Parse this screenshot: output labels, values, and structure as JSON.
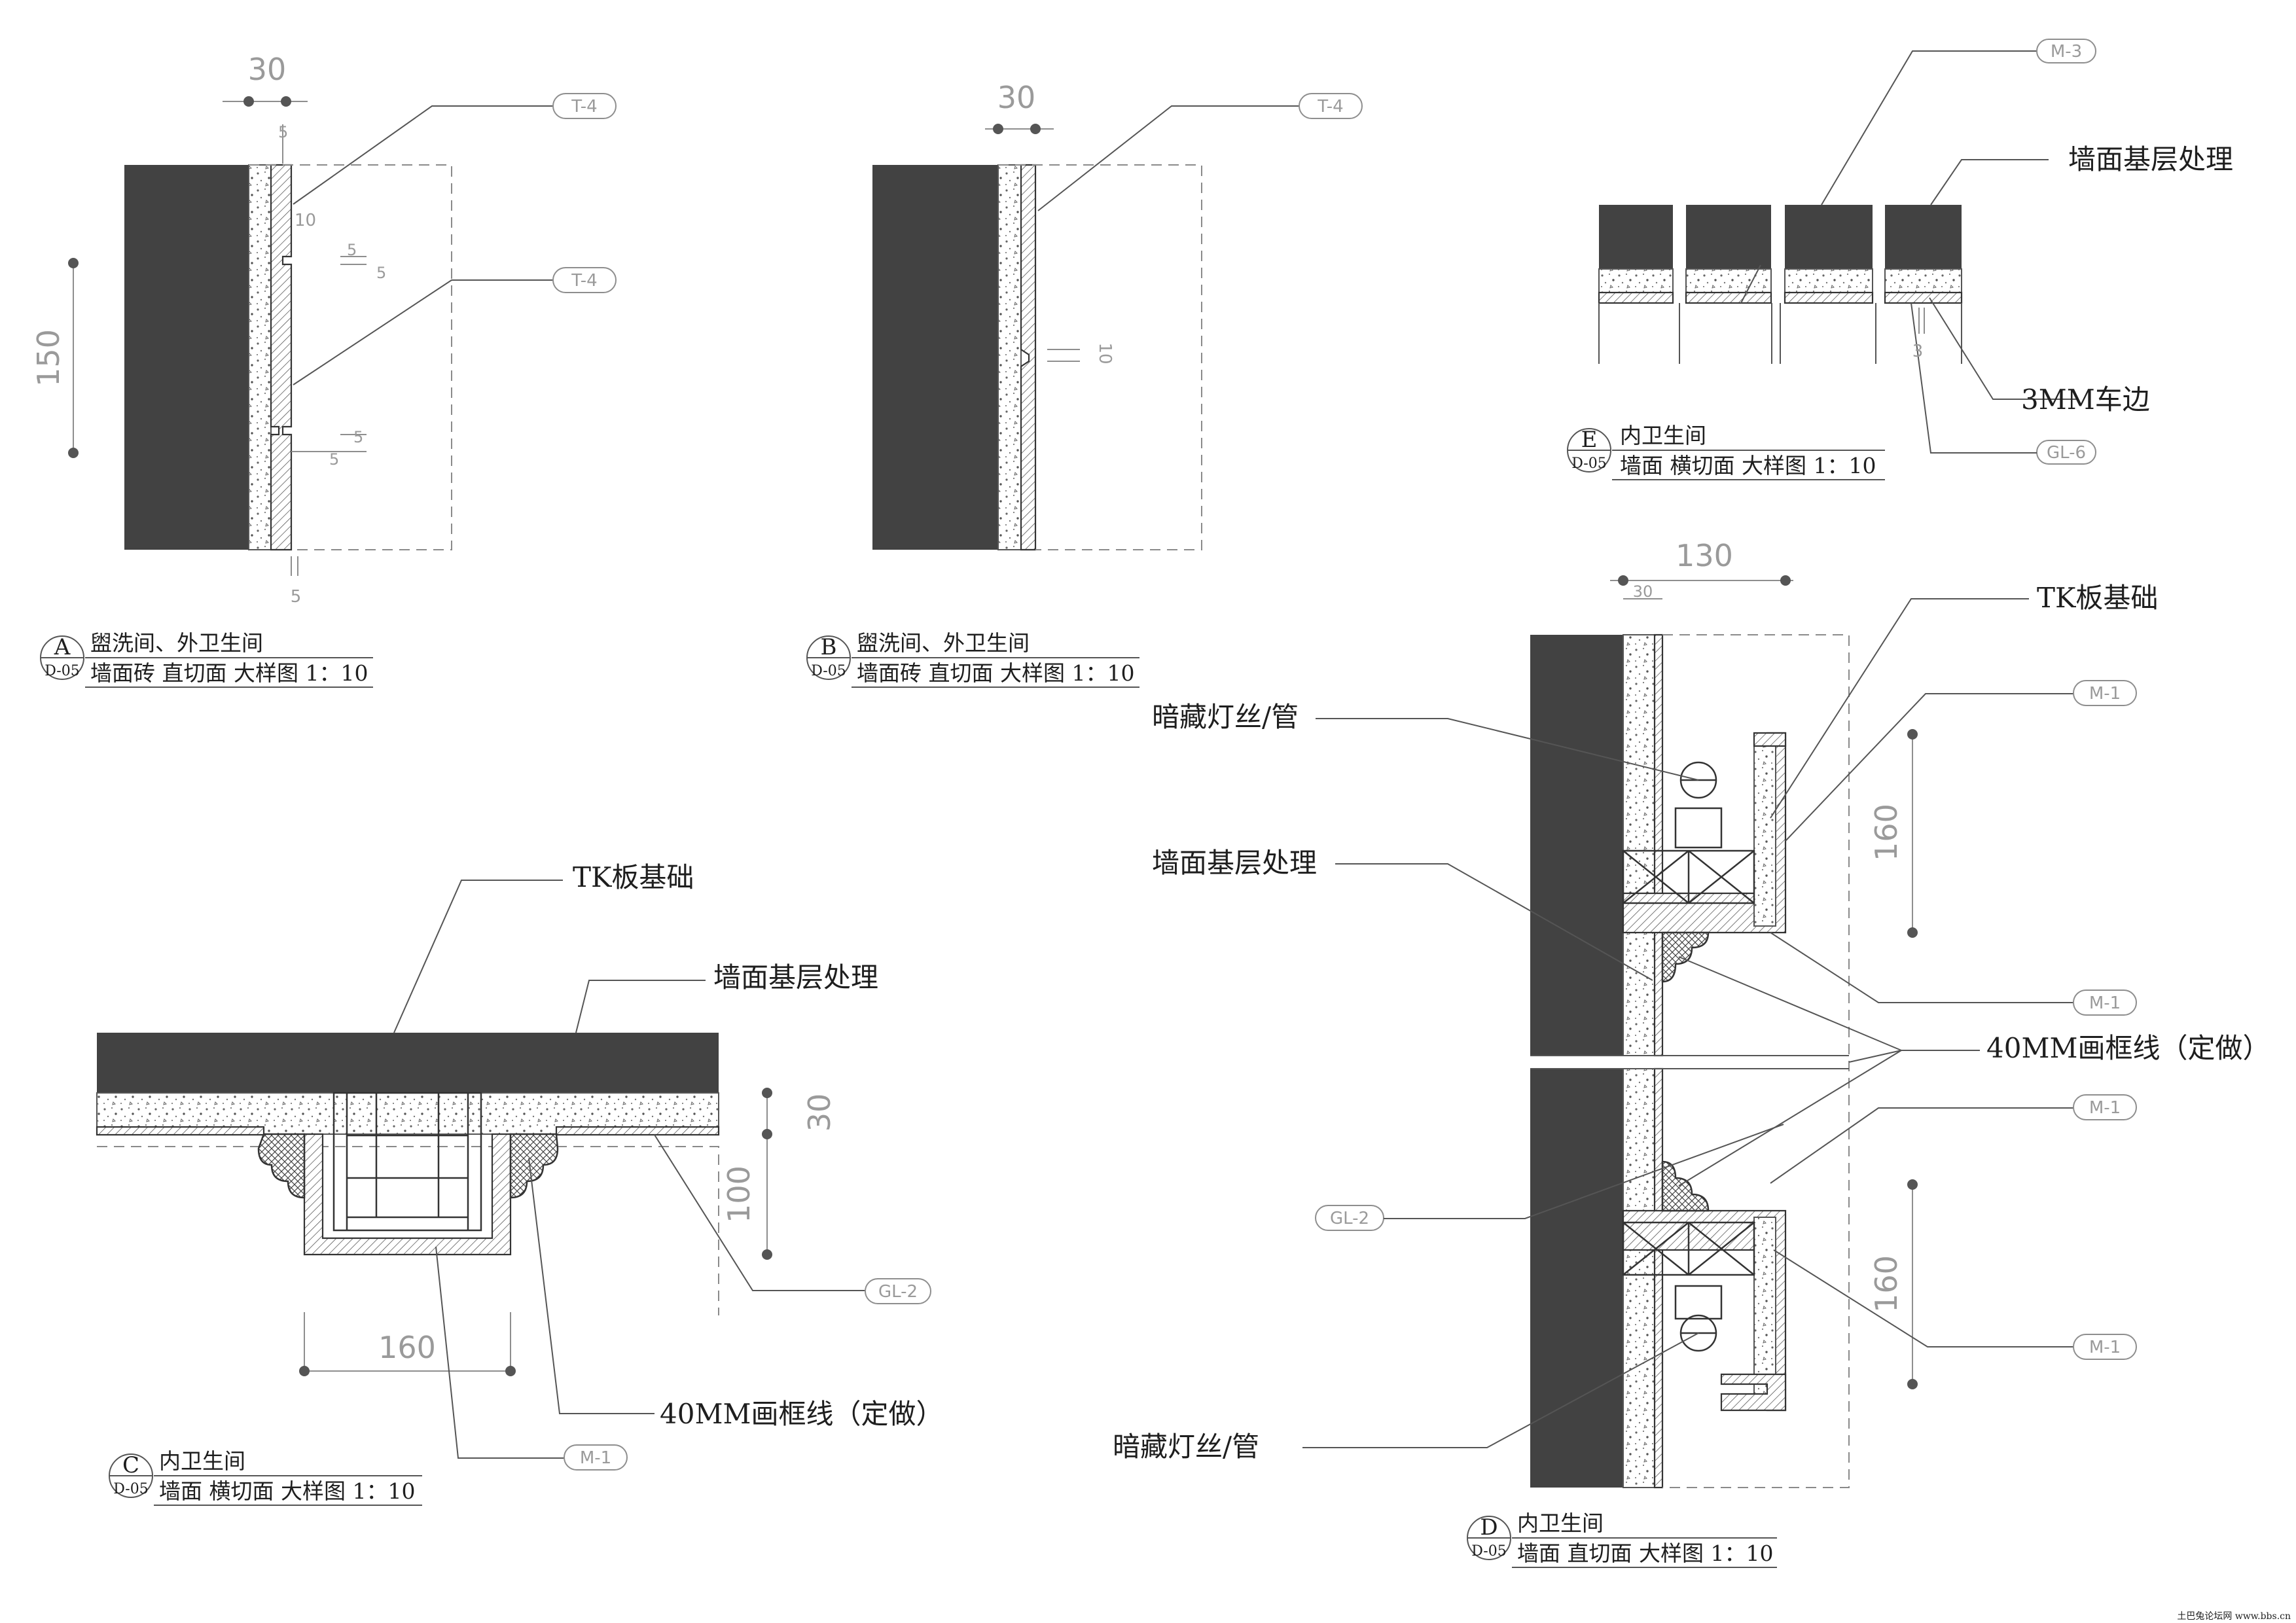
{
  "details": {
    "A": {
      "letter": "A",
      "sheet": "D-05",
      "title_line1": "盥洗间、外卫生间",
      "title_line2": "墙面砖 直切面 大样图 1：10",
      "dims": {
        "top": "30",
        "side": "150",
        "small_1": "5",
        "small_2": "10",
        "small_3": "5",
        "small_4": "5",
        "small_5": "5",
        "small_6": "5",
        "bottom": "5"
      },
      "tags": {
        "tag1": "T-4",
        "tag2": "T-4"
      }
    },
    "B": {
      "letter": "B",
      "sheet": "D-05",
      "title_line1": "盥洗间、外卫生间",
      "title_line2": "墙面砖 直切面 大样图 1：10",
      "dims": {
        "top": "30",
        "joint": "10"
      },
      "tags": {
        "tag1": "T-4"
      }
    },
    "C": {
      "letter": "C",
      "sheet": "D-05",
      "title_line1": "内卫生间",
      "title_line2": "墙面 横切面 大样图 1：10",
      "labels": {
        "tk_base": "TK板基础",
        "wall_base": "墙面基层处理",
        "frame_line": "40MM画框线（定做）"
      },
      "dims": {
        "right_top": "30",
        "right_mid": "100",
        "bottom": "160"
      },
      "tags": {
        "gl": "GL-2",
        "m": "M-1"
      }
    },
    "D": {
      "letter": "D",
      "sheet": "D-05",
      "title_line1": "内卫生间",
      "title_line2": "墙面 直切面 大样图 1：10",
      "labels": {
        "tk_base": "TK板基础",
        "hidden_light_top": "暗藏灯丝/管",
        "wall_base": "墙面基层处理",
        "frame_line": "40MM画框线（定做）",
        "hidden_light_bottom": "暗藏灯丝/管"
      },
      "dims": {
        "top": "130",
        "top_inner": "30",
        "right_upper": "160",
        "right_lower": "160"
      },
      "tags": {
        "m1_a": "M-1",
        "m1_b": "M-1",
        "m1_c": "M-1",
        "m1_d": "M-1",
        "gl": "GL-2"
      }
    },
    "E": {
      "letter": "E",
      "sheet": "D-05",
      "title_line1": "内卫生间",
      "title_line2": "墙面 横切面 大样图 1：10",
      "labels": {
        "wall_base": "墙面基层处理",
        "edge": "3MM车边"
      },
      "dims": {
        "gap": "3"
      },
      "tags": {
        "m3": "M-3",
        "gl6": "GL-6"
      }
    }
  },
  "watermark": "土巴兔论坛网 www.bbs.cn"
}
